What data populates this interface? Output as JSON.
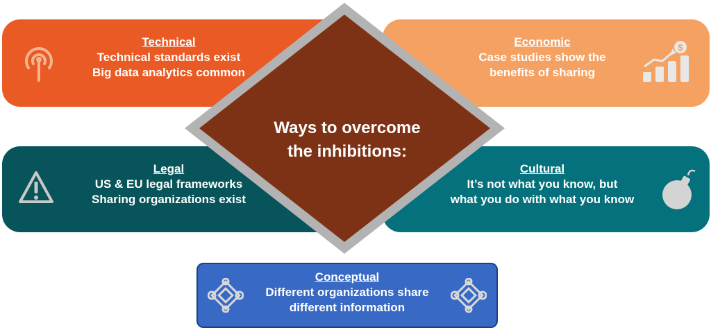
{
  "center": {
    "line1": "Ways to overcome",
    "line2": "the inhibitions:"
  },
  "technical": {
    "heading": "Technical",
    "lines": [
      "Technical standards exist",
      "Big data analytics common"
    ],
    "icon": "antenna-icon",
    "color": "#e95a24"
  },
  "economic": {
    "heading": "Economic",
    "lines": [
      "Case studies show the",
      "benefits of sharing"
    ],
    "icon": "growth-chart-dollar-icon",
    "color": "#f4a161"
  },
  "legal": {
    "heading": "Legal",
    "lines": [
      "US & EU legal frameworks",
      "Sharing organizations exist"
    ],
    "icon": "warning-triangle-icon",
    "color": "#07545a"
  },
  "cultural": {
    "heading": "Cultural",
    "lines": [
      "It’s not what you know, but",
      "what you do with what you know"
    ],
    "icon": "bomb-icon",
    "color": "#05717c"
  },
  "conceptual": {
    "heading": "Conceptual",
    "lines": [
      "Different organizations share",
      "different information"
    ],
    "icon": "endless-knot-icon",
    "color": "#3869c4"
  },
  "diamond": {
    "outer_color": "#b3b3b3",
    "inner_color": "#7e3215"
  }
}
